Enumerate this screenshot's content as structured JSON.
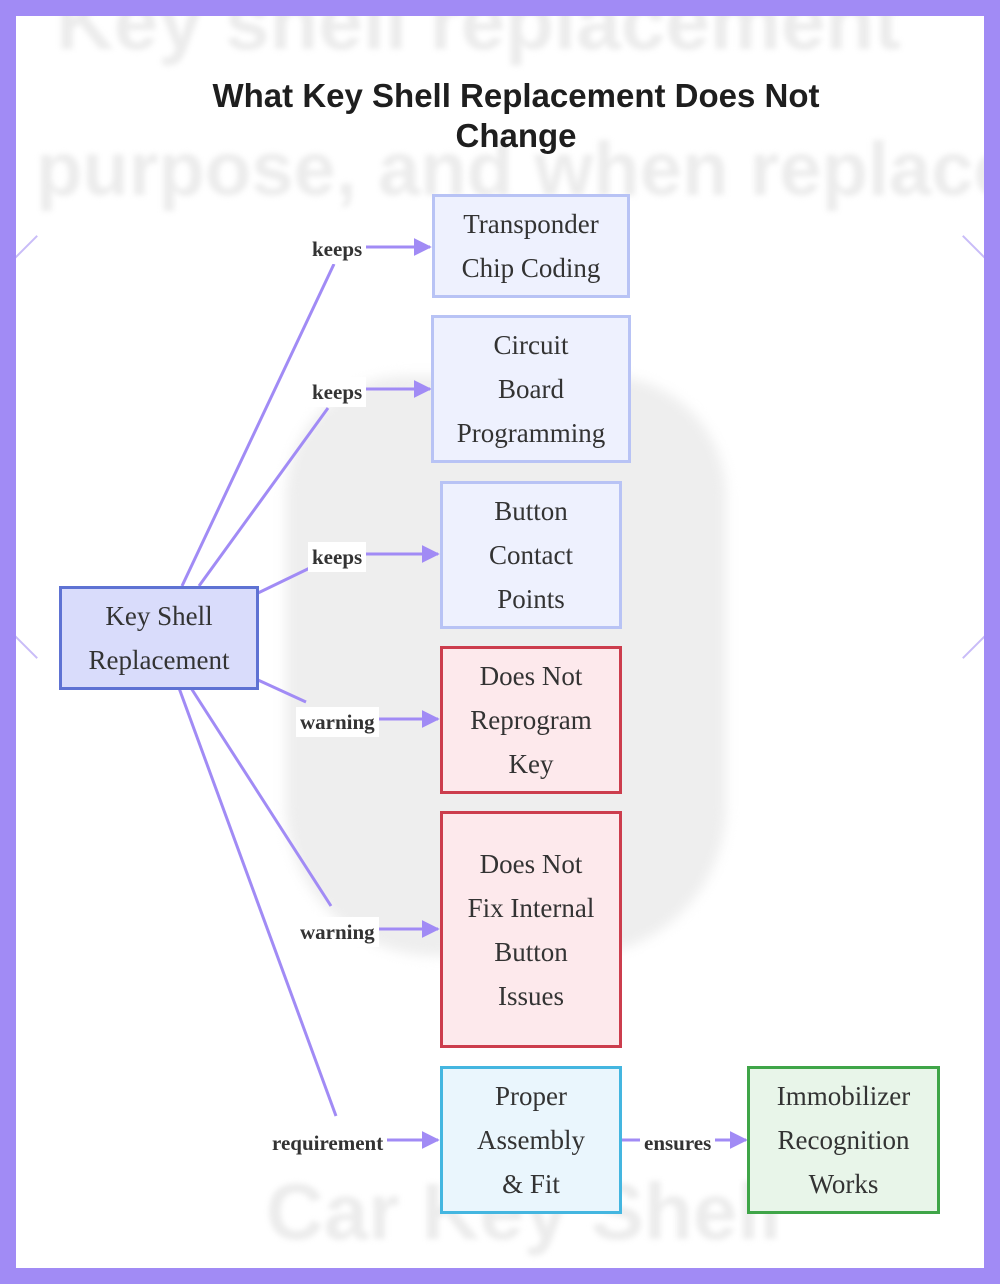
{
  "title": "What Key Shell Replacement Does Not Change",
  "background_text": {
    "line1": "Key shell replacement",
    "line2": "purpose, and when replaces",
    "line3": "Car Key Shell"
  },
  "nodes": {
    "root": [
      "Key Shell",
      "Replacement"
    ],
    "transponder": [
      "Transponder",
      "Chip Coding"
    ],
    "circuit": [
      "Circuit",
      "Board",
      "Programming"
    ],
    "button_contact": [
      "Button",
      "Contact",
      "Points"
    ],
    "reprogram": [
      "Does Not",
      "Reprogram",
      "Key"
    ],
    "internal": [
      "Does Not",
      "Fix Internal",
      "Button",
      "Issues"
    ],
    "assembly": [
      "Proper",
      "Assembly",
      "& Fit"
    ],
    "immobilizer": [
      "Immobilizer",
      "Recognition",
      "Works"
    ]
  },
  "edge_labels": {
    "keeps1": "keeps",
    "keeps2": "keeps",
    "keeps3": "keeps",
    "warning1": "warning",
    "warning2": "warning",
    "requirement": "requirement",
    "ensures": "ensures"
  },
  "colors": {
    "edge": "#a18bf5",
    "border_frame": "#a18bf5",
    "root_fill": "#d9dcfb",
    "warn_border": "#cc3d4d",
    "ok_border": "#3fa548",
    "req_border": "#44b6e0"
  }
}
